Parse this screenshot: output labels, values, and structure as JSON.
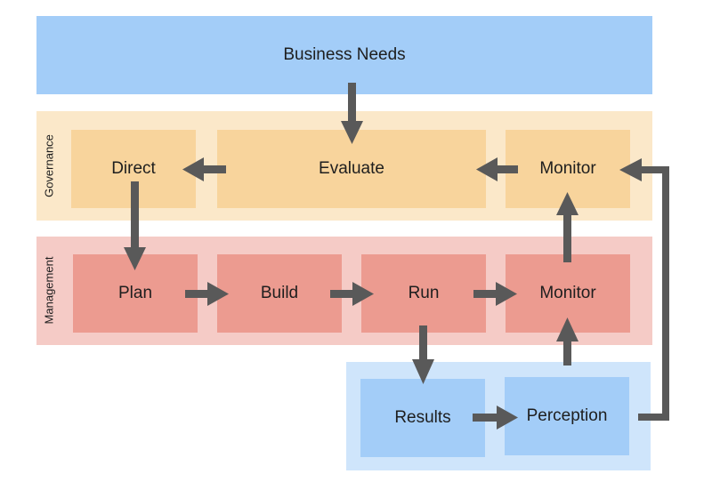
{
  "diagram": {
    "business_needs": "Business Needs",
    "governance": {
      "label": "Governance",
      "direct": "Direct",
      "evaluate": "Evaluate",
      "monitor": "Monitor"
    },
    "management": {
      "label": "Management",
      "plan": "Plan",
      "build": "Build",
      "run": "Run",
      "monitor": "Monitor"
    },
    "feedback": {
      "results": "Results",
      "perception": "Perception"
    }
  },
  "colors": {
    "business_needs": "#a3cdf8",
    "governance_band": "#fbe8c9",
    "governance_box": "#f8d49c",
    "management_band": "#f5cbc6",
    "management_box": "#ec9b90",
    "feedback_band": "#cfe5fb",
    "feedback_box": "#a3cdf8",
    "arrow": "#595959"
  }
}
